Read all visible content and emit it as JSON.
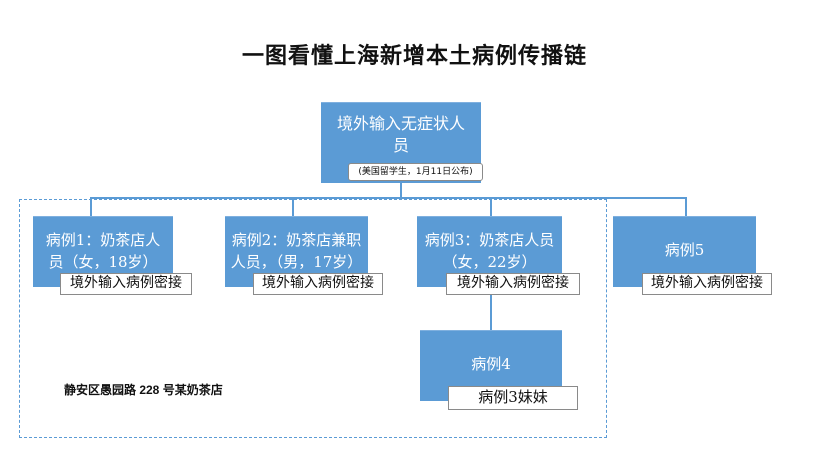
{
  "title": "一图看懂上海新增本土病例传播链",
  "root": {
    "text": "境外输入无症状人员",
    "note": "(美国留学生，1月11日公布)"
  },
  "cases": [
    {
      "text": "病例1：奶茶店人员（女，18岁）",
      "label": "境外输入病例密接"
    },
    {
      "text": "病例2：奶茶店兼职人员，（男，17岁）",
      "label": "境外输入病例密接"
    },
    {
      "text": "病例3：奶茶店人员（女，22岁）",
      "label": "境外输入病例密接"
    },
    {
      "text": "病例5",
      "label": "境外输入病例密接"
    },
    {
      "text": "病例4",
      "label": "病例3妹妹"
    }
  ],
  "location": "静安区愚园路 228 号某奶茶店",
  "colors": {
    "node_fill": "#5b9bd5",
    "line": "#5b9bd5",
    "dashed_border": "#5b9bd5"
  }
}
